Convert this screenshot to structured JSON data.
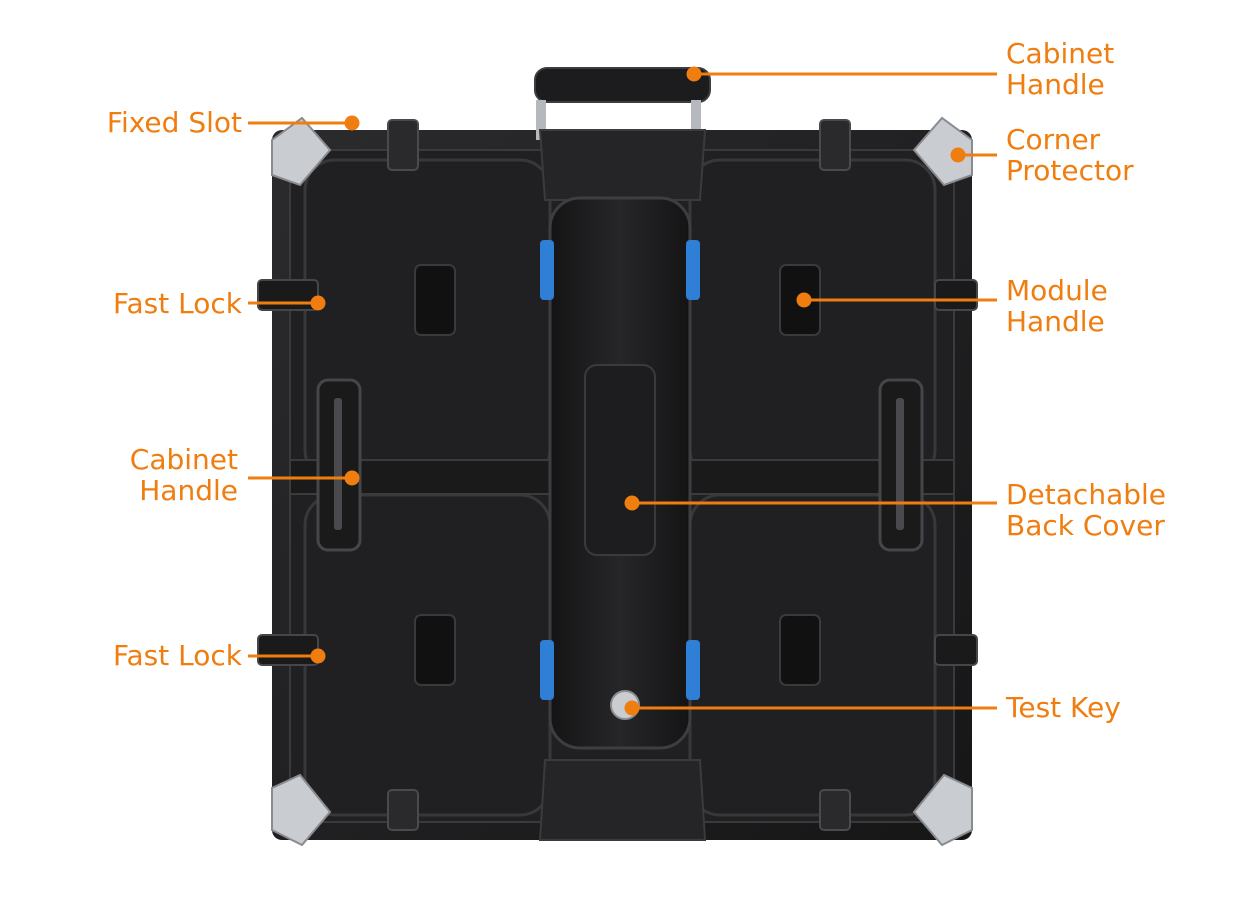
{
  "labels": {
    "fixed_slot": "Fixed Slot",
    "fast_lock_top": "Fast Lock",
    "cabinet_handle_left": [
      "Cabinet",
      "Handle"
    ],
    "fast_lock_bottom": "Fast Lock",
    "cabinet_handle_top": [
      "Cabinet",
      "Handle"
    ],
    "corner_protector": [
      "Corner",
      "Protector"
    ],
    "module_handle": [
      "Module",
      "Handle"
    ],
    "detachable_back_cover": [
      "Detachable",
      "Back Cover"
    ],
    "test_key": "Test Key"
  },
  "colors": {
    "accent": "#f07d0f",
    "cabinet": "#1c1c1e",
    "cabinet_mid": "#2a2a2d",
    "metal": "#c9ccd0",
    "blue": "#2f7fd6"
  }
}
